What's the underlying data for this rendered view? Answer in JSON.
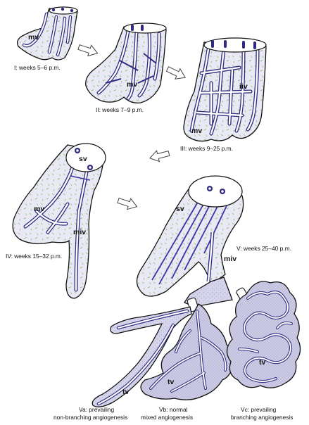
{
  "colors": {
    "villus_fill": "#d4d2e8",
    "villus_outline": "#111111",
    "capillary_wall": "#2e2a80",
    "capillary_lumen": "#ffffff",
    "vessel_highlight": "#3d34a6",
    "stroma_fibers": "#6fbf4a",
    "arrow": "#444444"
  },
  "stages": [
    {
      "id": "I",
      "label": "I:  weeks 5–6 p.m.",
      "villi": [
        "mv"
      ]
    },
    {
      "id": "II",
      "label": "II:  weeks 7–9 p.m.",
      "villi": [
        "mv"
      ]
    },
    {
      "id": "III",
      "label": "III:  weeks 9–25 p.m.",
      "villi": [
        "iiv",
        "mv"
      ]
    },
    {
      "id": "IV",
      "label": "IV:  weeks 15–32 p.m.",
      "villi": [
        "sv",
        "mv",
        "miv"
      ]
    },
    {
      "id": "V",
      "label": "V:  weeks 25–40 p.m.",
      "villi": [
        "sv",
        "miv"
      ]
    }
  ],
  "variants": [
    {
      "id": "Va",
      "line1": "Va:  prevailing",
      "line2": "non-branching angiogenesis",
      "villus": "tv"
    },
    {
      "id": "Vb",
      "line1": "Vb:  normal",
      "line2": "mixed angiogenesis",
      "villus": "tv"
    },
    {
      "id": "Vc",
      "line1": "Vc:  prevailing",
      "line2": "branching angiogenesis",
      "villus": "tv"
    }
  ]
}
